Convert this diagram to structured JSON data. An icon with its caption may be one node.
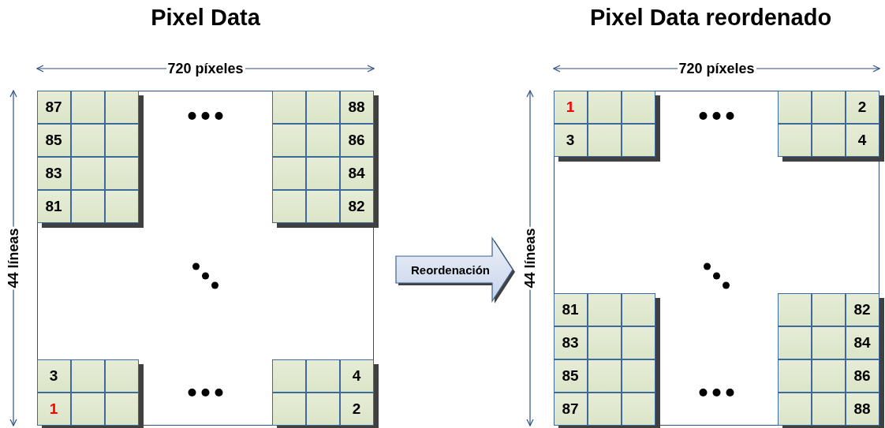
{
  "diagram": {
    "nodes": [
      {
        "text": [
          "Pixel Data"
        ]
      },
      {
        "text": [
          "87",
          "85",
          "83",
          "81"
        ],
        "in": 0
      },
      {
        "text": [
          "88",
          "86",
          "84",
          "82"
        ],
        "in": 0
      },
      {
        "text": [
          "3",
          "1"
        ],
        "in": 0
      },
      {
        "text": [
          "4",
          "2"
        ],
        "in": 0
      },
      {
        "text": [
          "Pixel Data reordenado"
        ]
      },
      {
        "text": [
          "1",
          "3"
        ],
        "in": 5
      },
      {
        "text": [
          "2",
          "4"
        ],
        "in": 5
      },
      {
        "text": [
          "81",
          "83",
          "85",
          "87"
        ],
        "in": 5
      },
      {
        "text": [
          "82",
          "84",
          "86",
          "88"
        ],
        "in": 5
      }
    ],
    "edges": [
      {
        "from": 0,
        "to": 5,
        "arrow": "to",
        "label": "Reordenación"
      }
    ],
    "labels": [
      "720 píxeles",
      "44 líneas",
      "720 píxeles",
      "44 líneas"
    ]
  }
}
